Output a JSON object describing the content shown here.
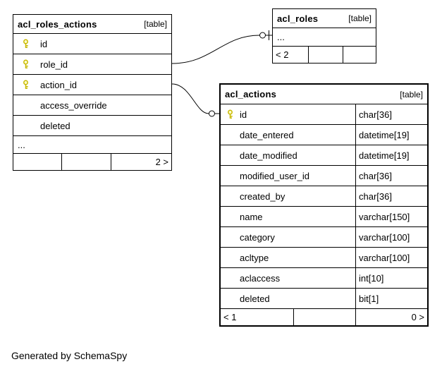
{
  "page": {
    "footer": "Generated by SchemaSpy"
  },
  "colors": {
    "border": "#000000",
    "background": "#ffffff",
    "key_icon": "#c8b800",
    "key_icon_fill": "#ffffc8"
  },
  "icons": {
    "primary_key": "key-icon"
  },
  "tables": {
    "acl_roles_actions": {
      "title": "acl_roles_actions",
      "tag": "[table]",
      "columns": [
        {
          "name": "id",
          "key": true
        },
        {
          "name": "role_id",
          "key": true
        },
        {
          "name": "action_id",
          "key": true
        },
        {
          "name": "access_override",
          "key": false
        },
        {
          "name": "deleted",
          "key": false
        }
      ],
      "ellipsis": "...",
      "footer": {
        "right": "2 >"
      }
    },
    "acl_roles": {
      "title": "acl_roles",
      "tag": "[table]",
      "ellipsis": "...",
      "footer": {
        "left": "< 2"
      }
    },
    "acl_actions": {
      "title": "acl_actions",
      "tag": "[table]",
      "columns": [
        {
          "name": "id",
          "type": "char[36]",
          "key": true
        },
        {
          "name": "date_entered",
          "type": "datetime[19]",
          "key": false
        },
        {
          "name": "date_modified",
          "type": "datetime[19]",
          "key": false
        },
        {
          "name": "modified_user_id",
          "type": "char[36]",
          "key": false
        },
        {
          "name": "created_by",
          "type": "char[36]",
          "key": false
        },
        {
          "name": "name",
          "type": "varchar[150]",
          "key": false
        },
        {
          "name": "category",
          "type": "varchar[100]",
          "key": false
        },
        {
          "name": "acltype",
          "type": "varchar[100]",
          "key": false
        },
        {
          "name": "aclaccess",
          "type": "int[10]",
          "key": false
        },
        {
          "name": "deleted",
          "type": "bit[1]",
          "key": false
        }
      ],
      "footer": {
        "left": "< 1",
        "right": "0 >"
      }
    }
  }
}
